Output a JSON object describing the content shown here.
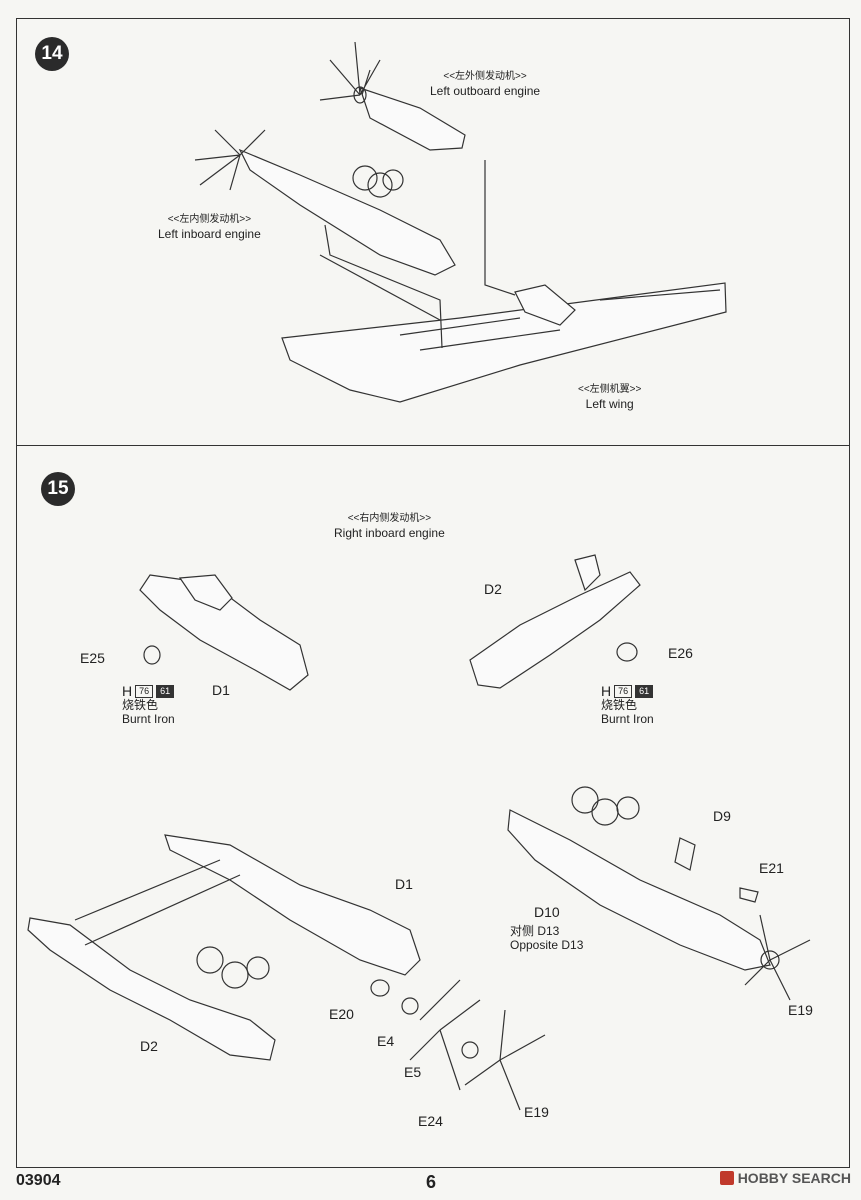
{
  "step14": {
    "number": "14",
    "left_outboard": {
      "cn": "<<左外侧发动机>>",
      "en": "Left outboard engine"
    },
    "left_inboard": {
      "cn": "<<左内侧发动机>>",
      "en": "Left inboard engine"
    },
    "left_wing": {
      "cn": "<<左侧机翼>>",
      "en": "Left wing"
    }
  },
  "step15": {
    "number": "15",
    "right_inboard": {
      "cn": "<<右内侧发动机>>",
      "en": "Right inboard engine"
    },
    "paint_left": {
      "code": "H",
      "box1": "76",
      "box2": "61",
      "cn": "烧铁色",
      "en": "Burnt Iron"
    },
    "paint_right": {
      "code": "H",
      "box1": "76",
      "box2": "61",
      "cn": "烧铁色",
      "en": "Burnt Iron"
    },
    "parts": {
      "e25": "E25",
      "d1_top": "D1",
      "d2_top": "D2",
      "e26": "E26",
      "d9": "D9",
      "e21": "E21",
      "d10": "D10",
      "opp_cn": "对侧  D13",
      "opp_en": "Opposite D13",
      "e19_right": "E19",
      "d1_bottom": "D1",
      "d2_bottom": "D2",
      "e20": "E20",
      "e4": "E4",
      "e5": "E5",
      "e24": "E24",
      "e19_bottom": "E19"
    }
  },
  "footer": {
    "code": "03904",
    "page": "6",
    "watermark": "HOBBY SEARCH"
  }
}
